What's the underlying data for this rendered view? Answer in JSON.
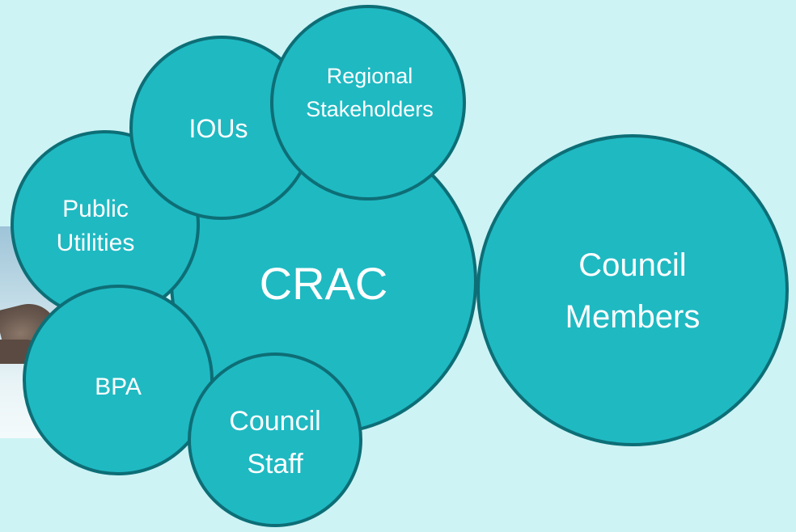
{
  "colors": {
    "background": "#cdf3f5",
    "bubble_fill": "#1fb9c2",
    "bubble_stroke": "#0d6e76",
    "label": "#ffffff"
  },
  "bubbles": {
    "crac": "CRAC",
    "council_members": [
      "Council",
      "Members"
    ],
    "ious": "IOUs",
    "regional_stakeholders": [
      "Regional",
      "Stakeholders"
    ],
    "public_utilities": [
      "Public",
      "Utilities"
    ],
    "bpa": "BPA",
    "council_staff": [
      "Council",
      "Staff"
    ]
  }
}
